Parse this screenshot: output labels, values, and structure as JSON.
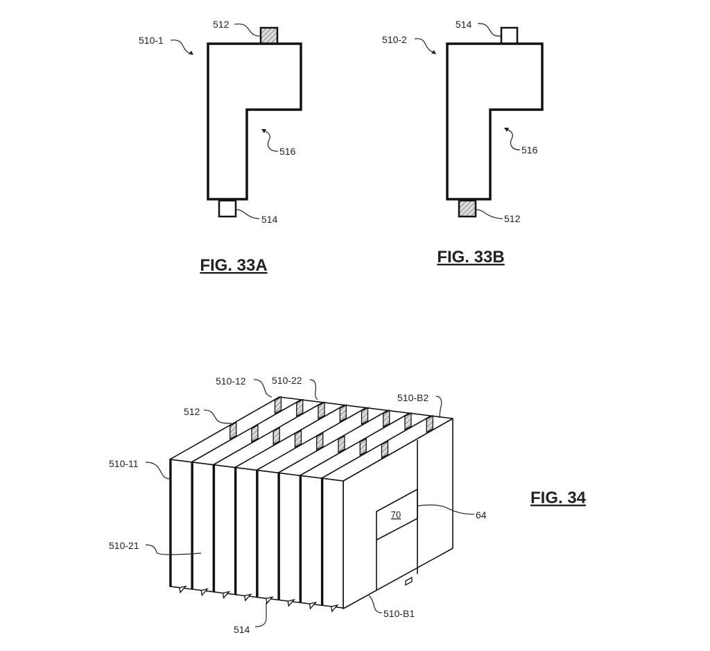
{
  "fig33a": {
    "title": "FIG. 33A",
    "labels": {
      "part": "510-1",
      "top_tab": "512",
      "bottom_tab": "514",
      "notch": "516"
    }
  },
  "fig33b": {
    "title": "FIG. 33B",
    "labels": {
      "part": "510-2",
      "top_tab": "514",
      "bottom_tab": "512",
      "notch": "516"
    }
  },
  "fig34": {
    "title": "FIG. 34",
    "plate_count": 8,
    "labels": {
      "p12": "510-12",
      "p22": "510-22",
      "tab": "512",
      "p11": "510-11",
      "p21": "510-21",
      "bottom_tab": "514",
      "b1": "510-B1",
      "b2": "510-B2",
      "housing": "64",
      "module": "70"
    }
  },
  "colors": {
    "line": "#111111",
    "hatch": "#9a9a9a"
  }
}
